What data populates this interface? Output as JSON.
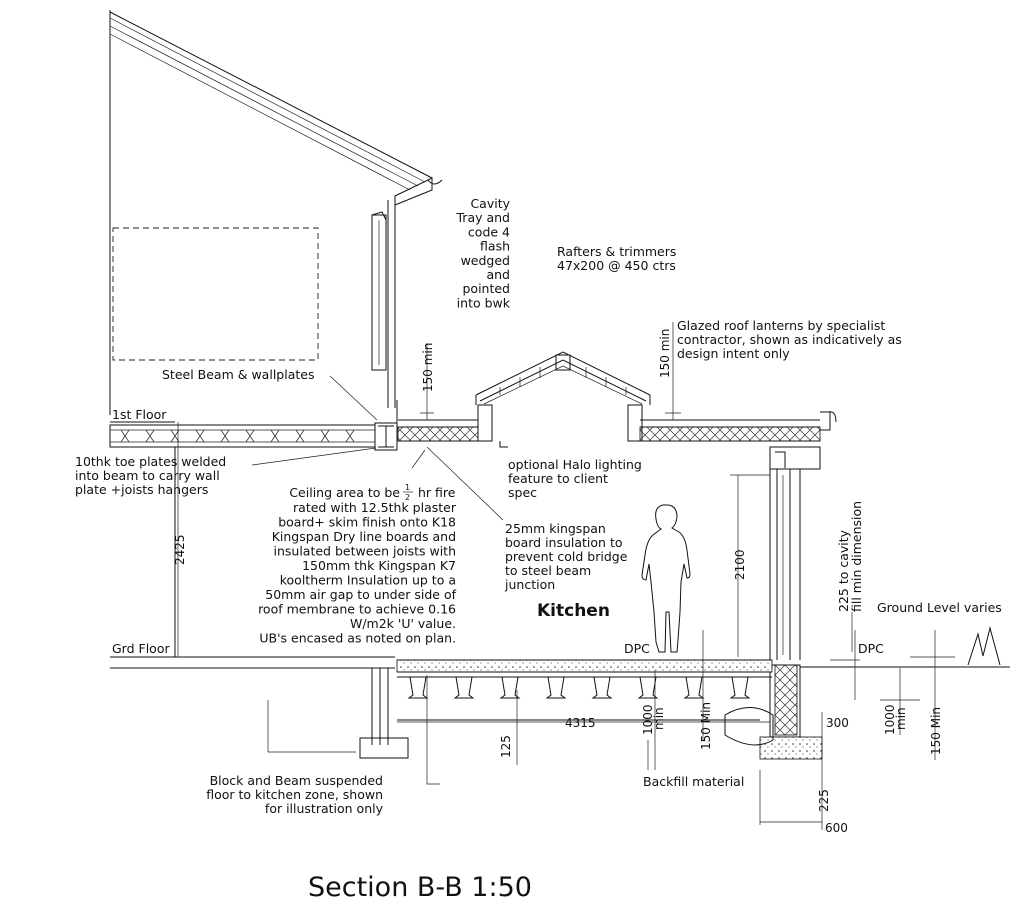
{
  "title": "Section B-B 1:50",
  "room_label": "Kitchen",
  "level_labels": {
    "first_floor": "1st Floor",
    "ground_floor": "Grd Floor",
    "ground_level": "Ground Level varies"
  },
  "notes": {
    "cavity_tray": [
      "Cavity",
      "Tray and",
      "code 4",
      "flash",
      "wedged",
      "and",
      "pointed",
      "into bwk"
    ],
    "rafters": [
      "Rafters & trimmers",
      "47x200 @ 450 ctrs"
    ],
    "glazed_lanterns": [
      "Glazed roof lanterns by specialist",
      "contractor, shown as indicatively as",
      "design intent only"
    ],
    "steel_beam": "Steel Beam & wallplates",
    "toe_plates": [
      "10thk toe plates welded",
      "into beam to carry wall",
      "plate +joists hangers"
    ],
    "halo_lighting": [
      "optional Halo lighting",
      "feature to client",
      "spec"
    ],
    "ceiling_line1_a": "Ceiling area to be",
    "ceiling_frac_num": "1",
    "ceiling_frac_den": "2",
    "ceiling_line1_b": "hr fire",
    "ceiling": [
      "rated with 12.5thk plaster",
      "board+ skim finish onto K18",
      "Kingspan Dry line boards and",
      "insulated between joists with",
      "150mm thk Kingspan K7",
      "kooltherm Insulation up to a",
      "50mm air gap to under side of",
      "roof membrane to achieve 0.16",
      "W/m2k 'U' value.",
      "UB's encased as noted on plan."
    ],
    "kingspan_board": [
      "25mm kingspan",
      "board insulation to",
      "prevent cold bridge",
      "to steel beam",
      "junction"
    ],
    "cavity_fill": [
      "225 to cavity",
      "fill min dimension"
    ],
    "block_beam": [
      "Block and Beam suspended",
      "floor to kitchen zone,  shown",
      "for illustration only"
    ],
    "backfill": "Backfill material",
    "dpc_inside": "DPC",
    "dpc_outside": "DPC"
  },
  "dimensions": {
    "d150min_a": "150  min",
    "d150min_b": "150  min",
    "d2425": "2425",
    "d2100": "2100",
    "d4315": "4315",
    "d125": "125",
    "d1000min_in": [
      "1000",
      "min"
    ],
    "d150Min_in": "150  Min",
    "d300": "300",
    "d1000min_out": [
      "1000",
      "min"
    ],
    "d150Min_out": "150  Min",
    "d225": "225",
    "d600": "600"
  }
}
